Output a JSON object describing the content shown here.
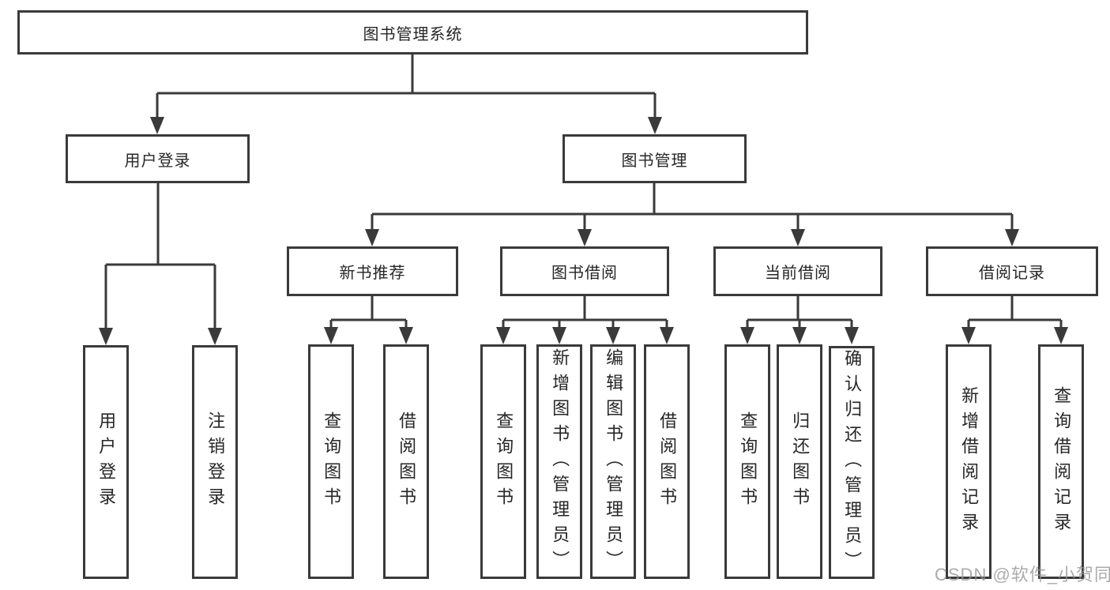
{
  "diagram": {
    "root": {
      "label": "图书管理系统"
    },
    "level2": [
      {
        "label": "用户登录"
      },
      {
        "label": "图书管理"
      }
    ],
    "level3": [
      {
        "label": "新书推荐"
      },
      {
        "label": "图书借阅"
      },
      {
        "label": "当前借阅"
      },
      {
        "label": "借阅记录"
      }
    ],
    "leaves": {
      "user_login": [
        {
          "label": "用户登录"
        },
        {
          "label": "注销登录"
        }
      ],
      "new_book": [
        {
          "label": "查询图书"
        },
        {
          "label": "借阅图书"
        }
      ],
      "book_borrow": [
        {
          "label": "查询图书"
        },
        {
          "label": "新增图书（管理员）"
        },
        {
          "label": "编辑图书（管理员）"
        },
        {
          "label": "借阅图书"
        }
      ],
      "current_borrow": [
        {
          "label": "查询图书"
        },
        {
          "label": "归还图书"
        },
        {
          "label": "确认归还（管理员）"
        }
      ],
      "borrow_record": [
        {
          "label": "新增借阅记录"
        },
        {
          "label": "查询借阅记录"
        }
      ]
    }
  },
  "watermark": {
    "text": "CSDN @软件_小贺同学"
  },
  "colors": {
    "line": "#3a3a3a",
    "text": "#262626",
    "box_background": "#ffffff",
    "watermark": "#969696",
    "background": "#ffffff"
  }
}
